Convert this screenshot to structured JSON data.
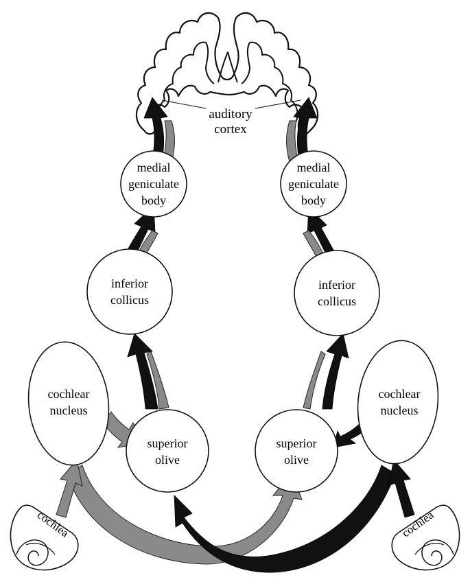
{
  "colors": {
    "ipsilateral_pathway": "#8a8a8a",
    "contralateral_pathway": "#111111",
    "outline": "#111111",
    "background": "#ffffff"
  },
  "cortex": {
    "label_line1": "auditory",
    "label_line2": "cortex"
  },
  "left": {
    "mgb": {
      "line1": "medial",
      "line2": "geniculate",
      "line3": "body"
    },
    "ic": {
      "line1": "inferior",
      "line2": "collicus"
    },
    "so": {
      "line1": "superior",
      "line2": "olive"
    },
    "cn": {
      "line1": "cochlear",
      "line2": "nucleus"
    },
    "cochlea": "cochlea"
  },
  "right": {
    "mgb": {
      "line1": "medial",
      "line2": "geniculate",
      "line3": "body"
    },
    "ic": {
      "line1": "inferior",
      "line2": "collicus"
    },
    "so": {
      "line1": "superior",
      "line2": "olive"
    },
    "cn": {
      "line1": "cochlear",
      "line2": "nucleus"
    },
    "cochlea": "cochlea"
  }
}
